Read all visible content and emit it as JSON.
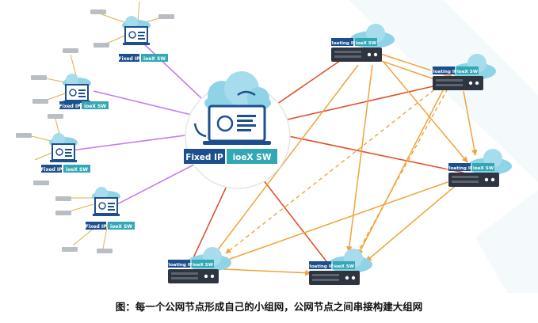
{
  "center": {
    "fixed_ip_label": "Fixed IP",
    "sw_label": "ioeX SW"
  },
  "left_nodes": [
    {
      "fixed_ip_label": "Fixed IP",
      "sw_label": "ioeX SW"
    },
    {
      "fixed_ip_label": "Fixed IP",
      "sw_label": "ioeX SW"
    },
    {
      "fixed_ip_label": "Fixed IP",
      "sw_label": "ioeX SW"
    },
    {
      "fixed_ip_label": "Fixed IP",
      "sw_label": "ioeX SW"
    }
  ],
  "servers": [
    {
      "ip_label": "Floating IP",
      "sw_label": "ioeX SW"
    },
    {
      "ip_label": "Floating IP",
      "sw_label": "ioeX SW"
    },
    {
      "ip_label": "Floating IP",
      "sw_label": "ioeX SW"
    },
    {
      "ip_label": "Floating IP",
      "sw_label": "ioeX SW"
    },
    {
      "ip_label": "Floating IP",
      "sw_label": "ioeX SW"
    }
  ],
  "caption": "图：每一个公网节点形成自己的小组网，公网节点之间串接构建大组网",
  "colors": {
    "purple_link": "#c27ef0",
    "orange_link": "#f0a33a",
    "red_link": "#e0522a",
    "fixed_ip_bg": "#1d4f8f",
    "sw_bg": "#33a8b4",
    "cloud": "#8fd3e6",
    "cloud_dark": "#59b8d3",
    "laptop_screen": "#4aa7c8",
    "server_dark": "#2e3440"
  }
}
